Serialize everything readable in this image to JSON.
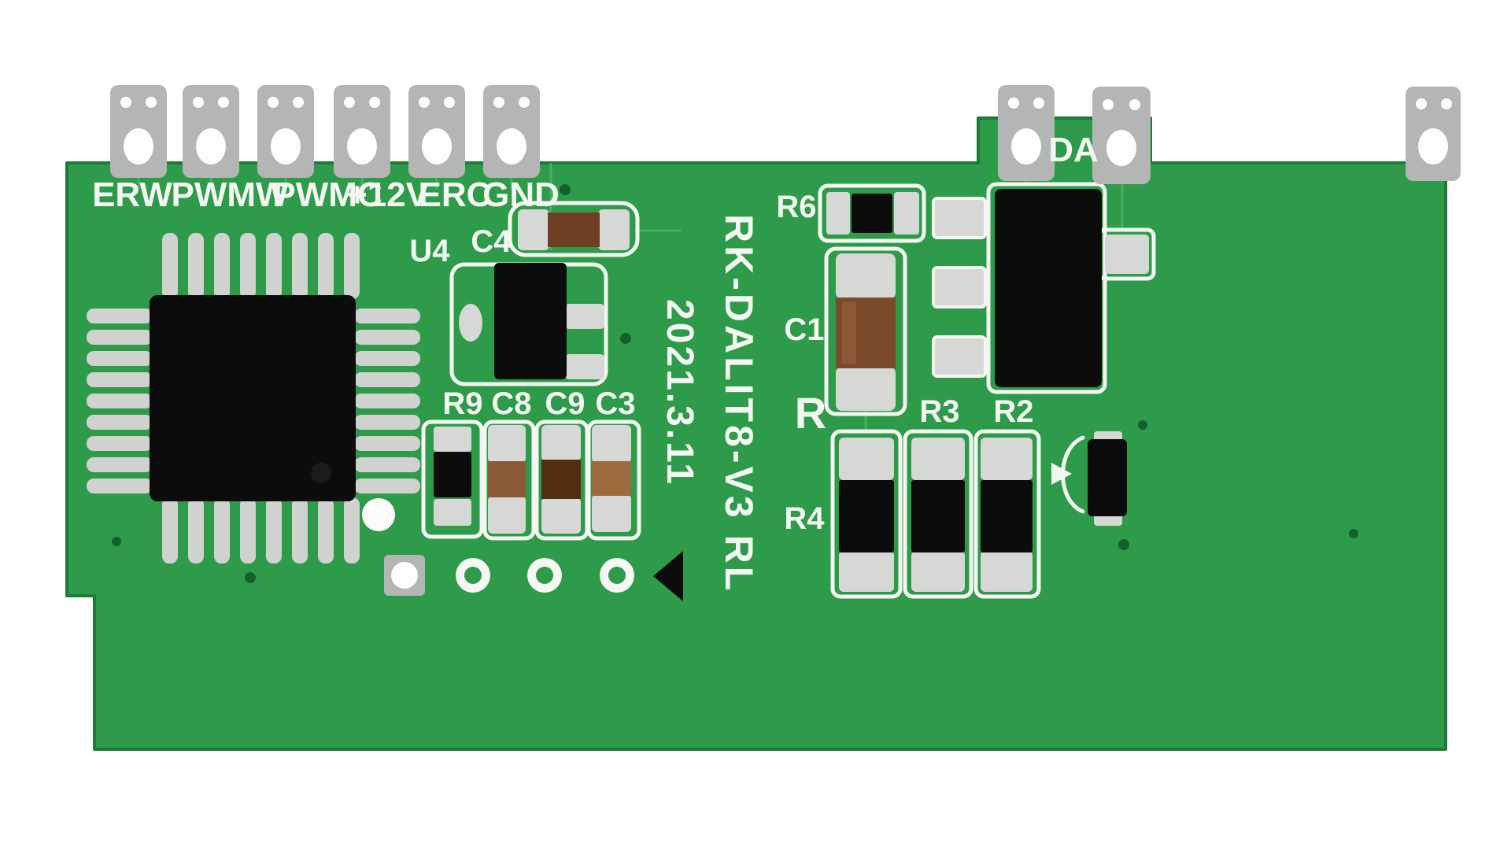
{
  "pcb": {
    "silkscreen_text": {
      "connector_labels": [
        "ERW",
        "PWMW",
        "PWMC",
        "+12V",
        "ERC",
        "GND"
      ],
      "da_label": "DA",
      "model": "RK-DALIT8-V3 RL",
      "date": "2021.3.11",
      "refs": {
        "u4": "U4",
        "c4": "C4",
        "r9": "R9",
        "c8": "C8",
        "c9": "C9",
        "c3": "C3",
        "r6": "R6",
        "c1": "C1",
        "r": "R",
        "r3": "R3",
        "r2": "R2",
        "r4": "R4"
      }
    },
    "colors": {
      "background": "#ffffff",
      "board_green": "#2e9b4a",
      "board_green_dark": "#1d7b37",
      "board_trace": "#4cba68",
      "silkscreen_white": "#f4f6f2",
      "pad_silver": "#d6d8d5",
      "tab_gray": "#b4b6b5",
      "component_black": "#0c0c0c",
      "cap_brown_c4": "#6f3d22",
      "cap_brown_c8": "#8a5a36",
      "cap_brown_c9": "#532d10",
      "cap_brown_c3": "#9c6b3e",
      "cap_brown_c1": "#7b4a2a",
      "via_green": "#145f2d"
    }
  }
}
